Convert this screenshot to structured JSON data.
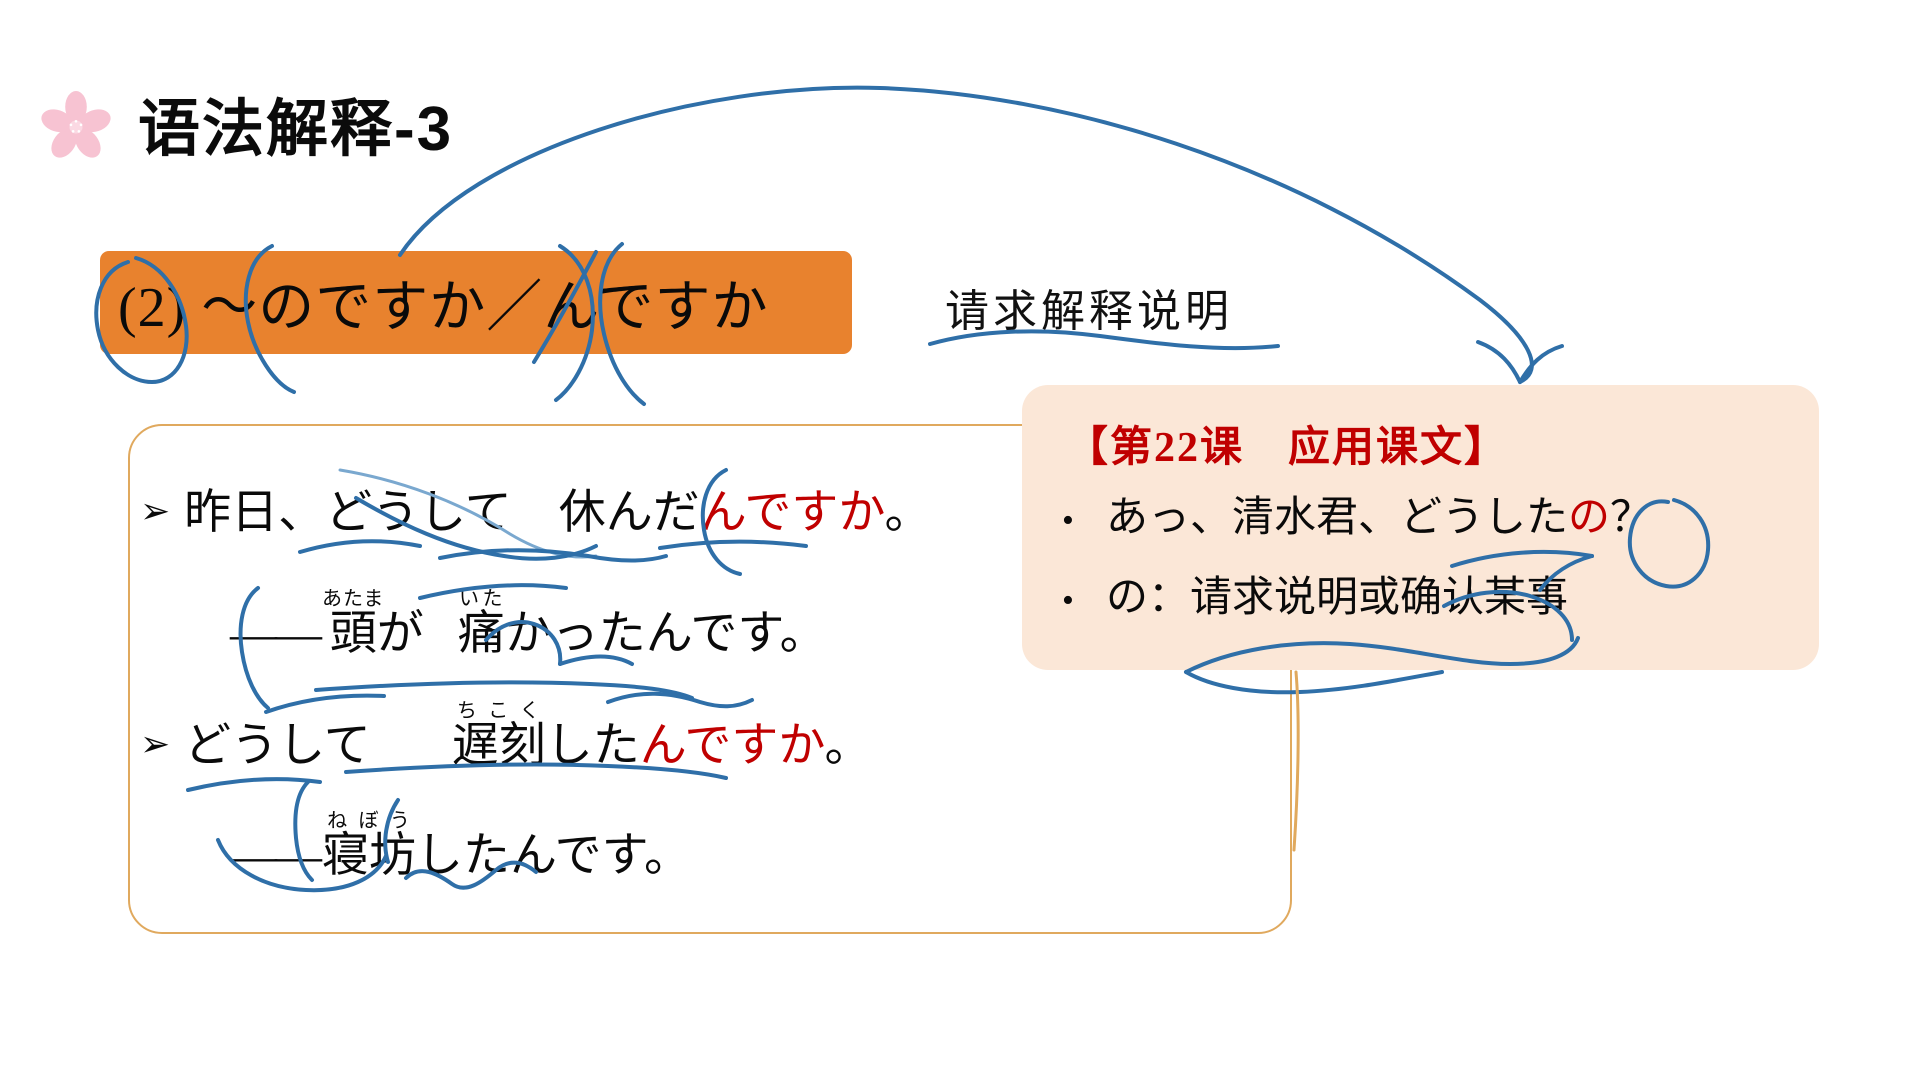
{
  "slide": {
    "title": "语法解释-3",
    "title_icon": "sakura-flower-icon",
    "background_color": "#ffffff"
  },
  "banner": {
    "text": "(2) 〜のですか／んですか",
    "background_color": "#e8822e",
    "text_color": "#0a0a0a"
  },
  "side_note": {
    "text": "请求解释说明"
  },
  "example_box": {
    "border_color": "#e0a95e",
    "lines": [
      {
        "type": "question",
        "marker": "➢",
        "black_part": "昨日、どうして　休んだ",
        "red_part": "んですか",
        "tail": "。"
      },
      {
        "type": "answer",
        "marker": "——",
        "ruby": [
          {
            "base": "頭",
            "rt": "あたま"
          },
          {
            "base": "が",
            "rt": ""
          }
        ],
        "middle": "　",
        "ruby2": [
          {
            "base": "痛",
            "rt": "いた"
          }
        ],
        "tail": "かったんです。"
      },
      {
        "type": "question",
        "marker": "➢",
        "black_part": "どうして　",
        "ruby": [
          {
            "base": "遅刻",
            "rt": "ちこく"
          }
        ],
        "black_part2": "した",
        "red_part": "んですか",
        "tail": "。"
      },
      {
        "type": "answer",
        "marker": "——",
        "ruby": [
          {
            "base": "寝坊",
            "rt": "ねぼう"
          }
        ],
        "tail": "したんです。"
      }
    ]
  },
  "peach_panel": {
    "background_color": "#fbe7d7",
    "heading": "【第22课　应用课文】",
    "heading_color": "#c00000",
    "lines": [
      {
        "bullet": "•",
        "black_part": "あっ、清水君、どうした",
        "red_part": "の",
        "tail": "？"
      },
      {
        "bullet": "•",
        "black_part": "の：请求说明或确认某事",
        "red_part": "",
        "tail": ""
      }
    ]
  },
  "annotations": {
    "ink_color": "#2f6fa8",
    "description": "handwritten blue pen marks: arrow from banner to peach panel, circles around (2), のですか, んですか, underlines under example sentences and panel text"
  }
}
